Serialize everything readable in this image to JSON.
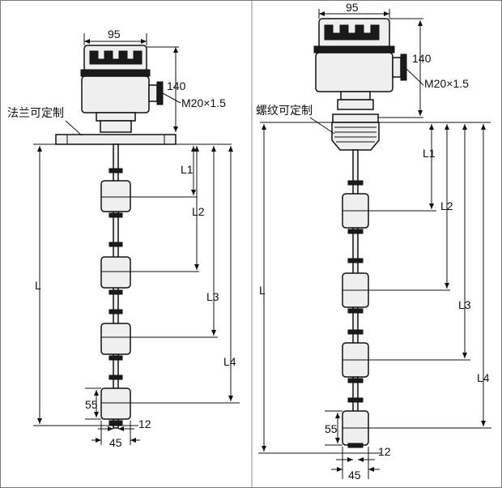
{
  "left_sensor": {
    "header_width": "95",
    "header_height": "140",
    "cable_thread": "M20×1.5",
    "mount_note": "法兰可定制",
    "float_positions": [
      "L1",
      "L2",
      "L3",
      "L4"
    ],
    "total_length": "L",
    "float_height": "55",
    "rod_tip": "12",
    "float_width": "45"
  },
  "right_sensor": {
    "header_width": "95",
    "header_height": "140",
    "cable_thread": "M20×1.5",
    "mount_note": "螺纹可定制",
    "float_positions": [
      "L1",
      "L2",
      "L3",
      "L4"
    ],
    "total_length": "L",
    "float_height": "55",
    "rod_tip": "12",
    "float_width": "45"
  }
}
